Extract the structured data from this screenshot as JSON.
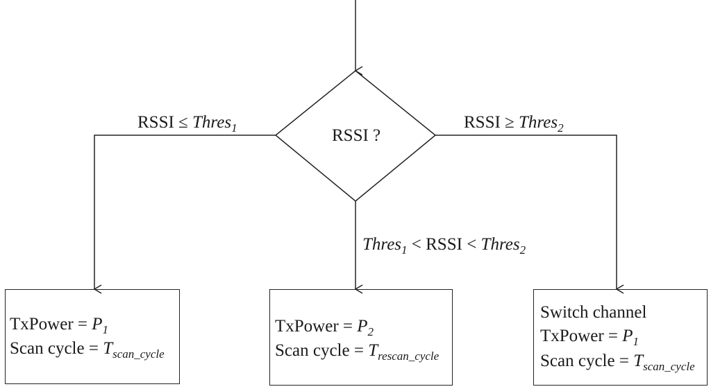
{
  "decision": {
    "label": "RSSI ?"
  },
  "branches": {
    "left": {
      "prefix": "RSSI ≤ ",
      "var": "Thres",
      "var_sub": "1"
    },
    "right": {
      "prefix": "RSSI ≥ ",
      "var": "Thres",
      "var_sub": "2"
    },
    "middle": {
      "var1": "Thres",
      "var1_sub": "1",
      "mid": " < RSSI < ",
      "var2": "Thres",
      "var2_sub": "2"
    }
  },
  "boxes": {
    "left": {
      "line1_prefix": "TxPower = ",
      "line1_var": "P",
      "line1_sub": "1",
      "line2_prefix": "Scan cycle = ",
      "line2_var": "T",
      "line2_sub": "scan_cycle"
    },
    "middle": {
      "line1_prefix": "TxPower = ",
      "line1_var": "P",
      "line1_sub": "2",
      "line2_prefix": "Scan cycle = ",
      "line2_var": "T",
      "line2_sub": "rescan_cycle"
    },
    "right": {
      "line0": "Switch channel",
      "line1_prefix": "TxPower = ",
      "line1_var": "P",
      "line1_sub": "1",
      "line2_prefix": "Scan cycle = ",
      "line2_var": "T",
      "line2_sub": "scan_cycle"
    }
  }
}
